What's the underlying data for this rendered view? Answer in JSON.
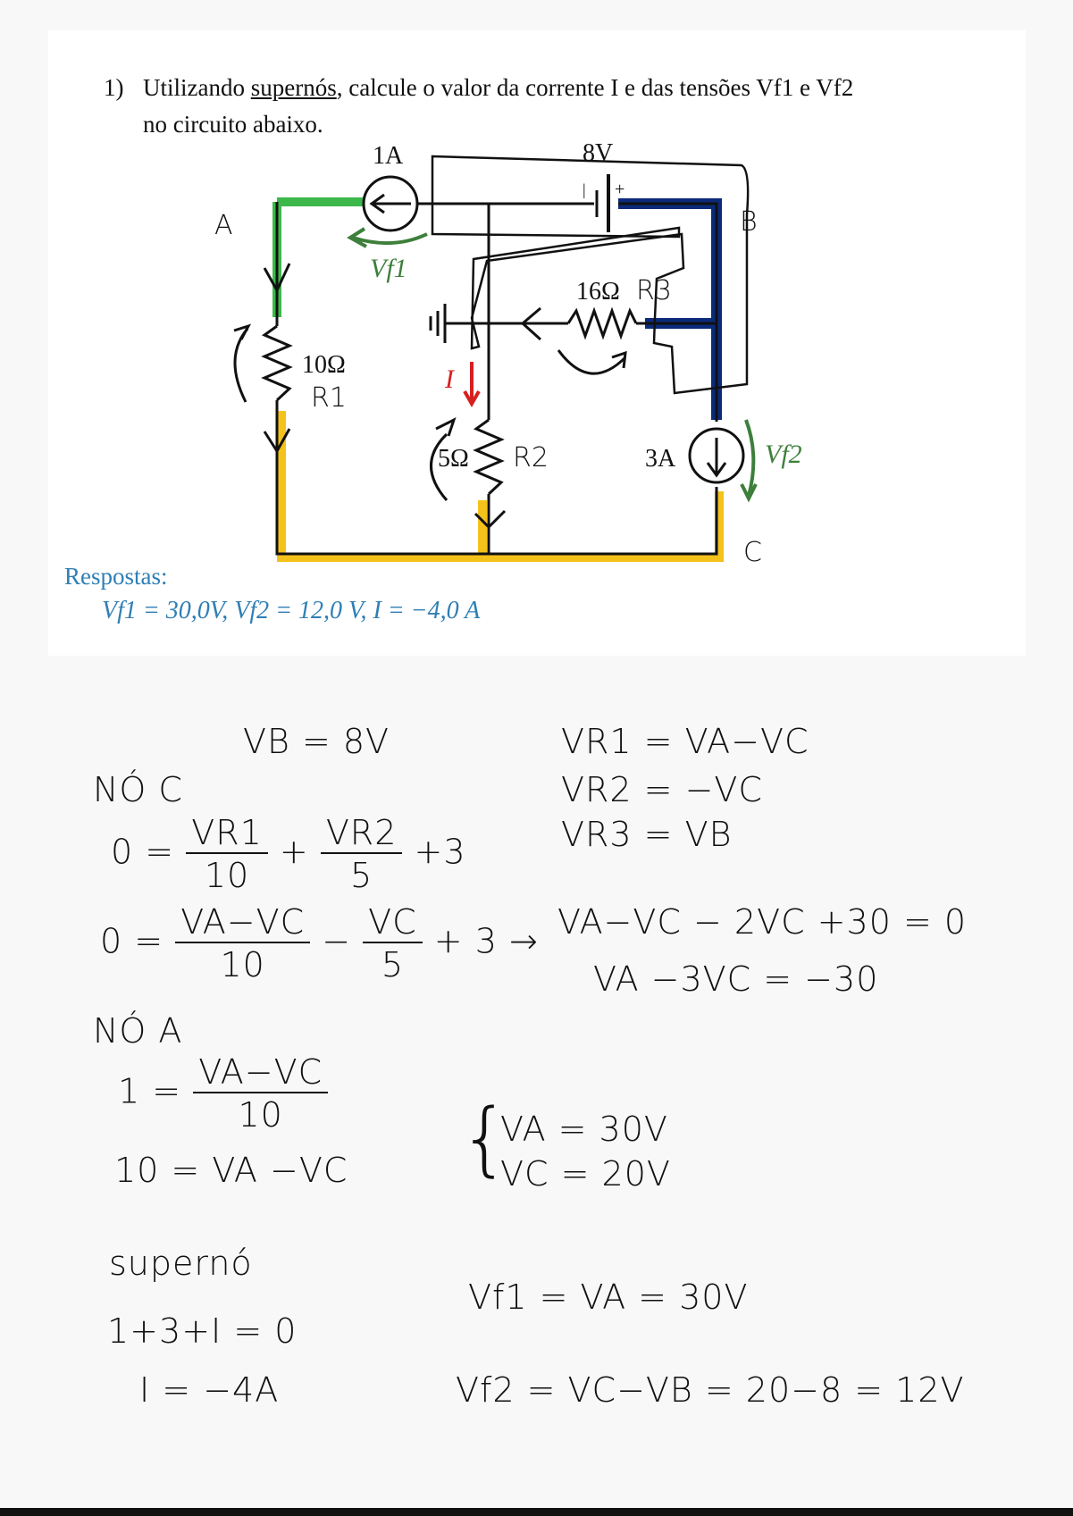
{
  "problem": {
    "number": "1)",
    "text_before": "Utilizando ",
    "underlined": "supernós",
    "text_after": ", calcule o valor da corrente I e das tensões Vf1 e Vf2",
    "line2": "no circuito abaixo."
  },
  "circuit": {
    "src_1a": "1A",
    "src_8v": "8V",
    "r3_value": "16Ω",
    "r3_name": "R3",
    "r1_value": "10Ω",
    "r1_name": "R1",
    "r2_value": "5Ω",
    "r2_name": "R2",
    "src_3a": "3A",
    "node_a": "A",
    "node_b": "B",
    "node_c": "C",
    "vf1": "Vf1",
    "vf2": "Vf2",
    "current": "I",
    "colors": {
      "green": "#3cb84a",
      "blue": "#0b2a7a",
      "yellow": "#f5c21b",
      "red": "#d62020",
      "vgreen": "#3d7f3b"
    }
  },
  "answers": {
    "title": "Respostas:",
    "line": "Vf1 = 30,0V, Vf2 = 12,0 V, I = −4,0 A"
  },
  "notes": {
    "vb": "VB = 8V",
    "vr1": "VR1 =  VA−VC",
    "vr2": "VR2 =  −VC",
    "vr3": "VR3 = VB",
    "no_c": "NÓ C",
    "eq1_lhs": "0  =",
    "eq1_n1": "VR1",
    "eq1_d1": "10",
    "eq1_plus": "+",
    "eq1_n2": "VR2",
    "eq1_d2": "5",
    "eq1_rest": "+3",
    "eq2_lhs": "0  =",
    "eq2_n1": "VA−VC",
    "eq2_d1": "10",
    "eq2_minus": "−",
    "eq2_n2": "VC",
    "eq2_d2": "5",
    "eq2_rest": "+ 3",
    "eq2_arrow": "→",
    "eq3": "VA−VC − 2VC +30 = 0",
    "eq4": "VA −3VC = −30",
    "no_a": "NÓ A",
    "eq5_lhs": "1 =",
    "eq5_n": "VA−VC",
    "eq5_d": "10",
    "eq6": "10 =  VA −VC",
    "sys_va": "VA = 30V",
    "sys_vc": "VC = 20V",
    "supernode": "supernó",
    "eq7": "1+3+I = 0",
    "eq8": "I = −4A",
    "vf1_res": "Vf1 = VA = 30V",
    "vf2_res": "Vf2 =  VC−VB = 20−8 = 12V"
  }
}
